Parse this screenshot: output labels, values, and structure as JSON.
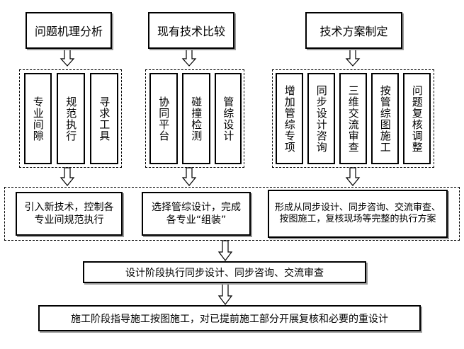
{
  "headers": [
    "问题机理分析",
    "现有技术比较",
    "技术方案制定"
  ],
  "group1": [
    "专业间隙",
    "规范执行",
    "寻求工具"
  ],
  "group2": [
    "协同平台",
    "碰撞检测",
    "管综设计"
  ],
  "group3": [
    "增加管综专项",
    "同步设计咨询",
    "三维交流审查",
    "按管综图施工",
    "问题复核调整"
  ],
  "results": [
    "引入新技术，控制各专业间规范执行",
    "选择管综设计，完成各专业“组装”",
    "形成从同步设计、同步咨询、交流审查、按图施工，复核现场等完整的执行方案"
  ],
  "steps": [
    "设计阶段执行同步设计、同步咨询、交流审查",
    "施工阶段指导施工按图施工，对已提前施工部分开展复核和必要的重设计"
  ]
}
